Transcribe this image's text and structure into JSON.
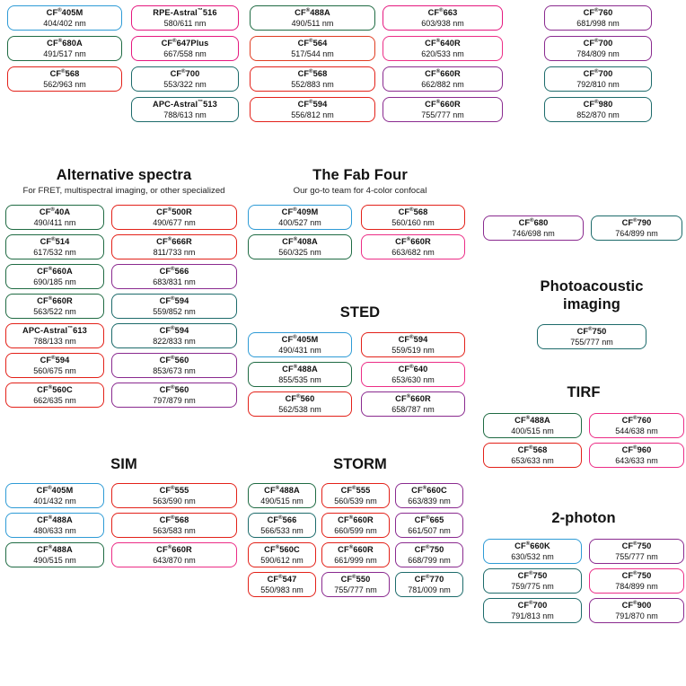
{
  "page": {
    "title": "Fluorescent dye selection chart",
    "background": "#ffffff"
  },
  "palette": {
    "blue": "#2e9bd6",
    "green": "#1f6b43",
    "teal": "#1d6b6b",
    "red": "#e32119",
    "orange_red": "#e03c21",
    "magenta": "#e5187f",
    "pink": "#ec2d86",
    "purple": "#8a2a8f",
    "violet": "#9b2f9b"
  },
  "top_block": {
    "columns": [
      {
        "name": "top-col-1",
        "pills": [
          {
            "dye": "CF",
            "reg": "®",
            "number": "405M",
            "spectra": "404/402 nm",
            "color": "blue"
          },
          {
            "dye": "CF",
            "reg": "®",
            "number": "680A",
            "spectra": "491/517 nm",
            "color": "green"
          },
          {
            "dye": "CF",
            "reg": "®",
            "number": "568",
            "spectra": "562/963 nm",
            "color": "red"
          }
        ]
      },
      {
        "name": "top-col-2",
        "pills": [
          {
            "dye": "RPE-Astral",
            "reg": "™",
            "number": "516",
            "spectra": "580/611 nm",
            "color": "magenta"
          },
          {
            "dye": "CF",
            "reg": "®",
            "number": "647Plus",
            "spectra": "667/558 nm",
            "color": "magenta"
          },
          {
            "dye": "CF",
            "reg": "®",
            "number": "700",
            "spectra": "553/322 nm",
            "color": "teal"
          },
          {
            "dye": "APC-Astral",
            "reg": "™",
            "number": "513",
            "spectra": "788/613 nm",
            "color": "teal"
          }
        ]
      },
      {
        "name": "top-col-3",
        "pills": [
          {
            "dye": "CF",
            "reg": "®",
            "number": "488A",
            "spectra": "490/511 nm",
            "color": "green"
          },
          {
            "dye": "CF",
            "reg": "®",
            "number": "564",
            "spectra": "517/544 nm",
            "color": "orange_red"
          },
          {
            "dye": "CF",
            "reg": "®",
            "number": "568",
            "spectra": "552/883 nm",
            "color": "red"
          },
          {
            "dye": "CF",
            "reg": "®",
            "number": "594",
            "spectra": "556/812 nm",
            "color": "red"
          }
        ]
      },
      {
        "name": "top-col-4",
        "pills": [
          {
            "dye": "CF",
            "reg": "®",
            "number": "663",
            "spectra": "603/938 nm",
            "color": "magenta"
          },
          {
            "dye": "CF",
            "reg": "®",
            "number": "640R",
            "spectra": "620/533 nm",
            "color": "pink"
          },
          {
            "dye": "CF",
            "reg": "®",
            "number": "660R",
            "spectra": "662/882 nm",
            "color": "purple"
          },
          {
            "dye": "CF",
            "reg": "®",
            "number": "660R",
            "spectra": "755/777 nm",
            "color": "purple"
          }
        ]
      },
      {
        "name": "top-col-5",
        "pills": [
          {
            "dye": "CF",
            "reg": "®",
            "number": "760",
            "spectra": "681/998 nm",
            "color": "purple"
          },
          {
            "dye": "CF",
            "reg": "®",
            "number": "700",
            "spectra": "784/809 nm",
            "color": "purple"
          },
          {
            "dye": "CF",
            "reg": "®",
            "number": "700",
            "spectra": "792/810 nm",
            "color": "teal"
          },
          {
            "dye": "CF",
            "reg": "®",
            "number": "980",
            "spectra": "852/870 nm",
            "color": "teal"
          }
        ]
      }
    ]
  },
  "sections": {
    "alternative": {
      "title": "Alternative spectra",
      "subtitle": "For FRET, multispectral imaging, or other specialized",
      "pills": [
        {
          "dye": "CF",
          "reg": "®",
          "number": "40A",
          "spectra": "490/411 nm",
          "color": "green"
        },
        {
          "dye": "CF",
          "reg": "®",
          "number": "500R",
          "spectra": "490/677 nm",
          "color": "red"
        },
        {
          "dye": "CF",
          "reg": "®",
          "number": "514",
          "spectra": "617/532 nm",
          "color": "green"
        },
        {
          "dye": "CF",
          "reg": "®",
          "number": "666R",
          "spectra": "811/733 nm",
          "color": "red"
        },
        {
          "dye": "CF",
          "reg": "®",
          "number": "660A",
          "spectra": "690/185 nm",
          "color": "green"
        },
        {
          "dye": "CF",
          "reg": "®",
          "number": "566",
          "spectra": "683/831 nm",
          "color": "purple"
        },
        {
          "dye": "CF",
          "reg": "®",
          "number": "660R",
          "spectra": "563/522 nm",
          "color": "green"
        },
        {
          "dye": "CF",
          "reg": "®",
          "number": "594",
          "spectra": "559/852 nm",
          "color": "teal"
        },
        {
          "dye": "APC-Astral",
          "reg": "™",
          "number": "613",
          "spectra": "788/133 nm",
          "color": "red"
        },
        {
          "dye": "CF",
          "reg": "®",
          "number": "594",
          "spectra": "822/833 nm",
          "color": "teal"
        },
        {
          "dye": "CF",
          "reg": "®",
          "number": "594",
          "spectra": "560/675 nm",
          "color": "red"
        },
        {
          "dye": "CF",
          "reg": "®",
          "number": "560",
          "spectra": "853/673 nm",
          "color": "purple"
        },
        {
          "dye": "CF",
          "reg": "®",
          "number": "560C",
          "spectra": "662/635 nm",
          "color": "red"
        },
        {
          "dye": "CF",
          "reg": "®",
          "number": "560",
          "spectra": "797/879 nm",
          "color": "purple"
        }
      ]
    },
    "fab_four": {
      "title": "The Fab Four",
      "subtitle": "Our go-to team for 4-color confocal",
      "pills": [
        {
          "dye": "CF",
          "reg": "®",
          "number": "409M",
          "spectra": "400/527 nm",
          "color": "blue"
        },
        {
          "dye": "CF",
          "reg": "®",
          "number": "568",
          "spectra": "560/160 nm",
          "color": "red"
        },
        {
          "dye": "CF",
          "reg": "®",
          "number": "408A",
          "spectra": "560/325 nm",
          "color": "green"
        },
        {
          "dye": "CF",
          "reg": "®",
          "number": "660R",
          "spectra": "663/682 nm",
          "color": "pink"
        }
      ]
    },
    "sted": {
      "title": "STED",
      "subtitle": "",
      "pills": [
        {
          "dye": "CF",
          "reg": "®",
          "number": "405M",
          "spectra": "490/431 nm",
          "color": "blue"
        },
        {
          "dye": "CF",
          "reg": "®",
          "number": "594",
          "spectra": "559/519 nm",
          "color": "red"
        },
        {
          "dye": "CF",
          "reg": "®",
          "number": "488A",
          "spectra": "855/535 nm",
          "color": "green"
        },
        {
          "dye": "CF",
          "reg": "®",
          "number": "640",
          "spectra": "653/630 nm",
          "color": "pink"
        },
        {
          "dye": "CF",
          "reg": "®",
          "number": "560",
          "spectra": "562/538 nm",
          "color": "red"
        },
        {
          "dye": "CF",
          "reg": "®",
          "number": "660R",
          "spectra": "658/787 nm",
          "color": "purple"
        }
      ]
    },
    "sim": {
      "title": "SIM",
      "subtitle": "",
      "pills": [
        {
          "dye": "CF",
          "reg": "®",
          "number": "405M",
          "spectra": "401/432 nm",
          "color": "blue"
        },
        {
          "dye": "CF",
          "reg": "®",
          "number": "555",
          "spectra": "563/590 nm",
          "color": "red"
        },
        {
          "dye": "CF",
          "reg": "®",
          "number": "488A",
          "spectra": "480/633 nm",
          "color": "blue"
        },
        {
          "dye": "CF",
          "reg": "®",
          "number": "568",
          "spectra": "563/583 nm",
          "color": "red"
        },
        {
          "dye": "CF",
          "reg": "®",
          "number": "488A",
          "spectra": "490/515 nm",
          "color": "green"
        },
        {
          "dye": "CF",
          "reg": "®",
          "number": "660R",
          "spectra": "643/870 nm",
          "color": "pink"
        }
      ]
    },
    "storm": {
      "title": "STORM",
      "subtitle": "",
      "pills": [
        {
          "dye": "CF",
          "reg": "®",
          "number": "488A",
          "spectra": "490/515 nm",
          "color": "green"
        },
        {
          "dye": "CF",
          "reg": "®",
          "number": "555",
          "spectra": "560/539 nm",
          "color": "red"
        },
        {
          "dye": "CF",
          "reg": "®",
          "number": "660C",
          "spectra": "663/839 nm",
          "color": "purple"
        },
        {
          "dye": "CF",
          "reg": "®",
          "number": "566",
          "spectra": "566/533 nm",
          "color": "teal"
        },
        {
          "dye": "CF",
          "reg": "®",
          "number": "660R",
          "spectra": "660/599 nm",
          "color": "red"
        },
        {
          "dye": "CF",
          "reg": "®",
          "number": "665",
          "spectra": "661/507 nm",
          "color": "purple"
        },
        {
          "dye": "CF",
          "reg": "®",
          "number": "560C",
          "spectra": "590/612 nm",
          "color": "red"
        },
        {
          "dye": "CF",
          "reg": "®",
          "number": "660R",
          "spectra": "661/999 nm",
          "color": "red"
        },
        {
          "dye": "CF",
          "reg": "®",
          "number": "750",
          "spectra": "668/799 nm",
          "color": "purple"
        },
        {
          "dye": "CF",
          "reg": "®",
          "number": "547",
          "spectra": "550/983 nm",
          "color": "red"
        },
        {
          "dye": "CF",
          "reg": "®",
          "number": "550",
          "spectra": "755/777 nm",
          "color": "purple"
        },
        {
          "dye": "CF",
          "reg": "®",
          "number": "770",
          "spectra": "781/009 nm",
          "color": "teal"
        }
      ]
    },
    "right_pair": {
      "pills": [
        {
          "dye": "CF",
          "reg": "®",
          "number": "680",
          "spectra": "746/698 nm",
          "color": "purple"
        },
        {
          "dye": "CF",
          "reg": "®",
          "number": "790",
          "spectra": "764/899 nm",
          "color": "teal"
        }
      ]
    },
    "photoacoustic": {
      "title_line1": "Photoacoustic",
      "title_line2": "imaging",
      "pills": [
        {
          "dye": "CF",
          "reg": "®",
          "number": "750",
          "spectra": "755/777 nm",
          "color": "teal"
        }
      ]
    },
    "tirf": {
      "title": "TIRF",
      "pills": [
        {
          "dye": "CF",
          "reg": "®",
          "number": "488A",
          "spectra": "400/515 nm",
          "color": "green"
        },
        {
          "dye": "CF",
          "reg": "®",
          "number": "760",
          "spectra": "544/638 nm",
          "color": "pink"
        },
        {
          "dye": "CF",
          "reg": "®",
          "number": "568",
          "spectra": "653/633 nm",
          "color": "red"
        },
        {
          "dye": "CF",
          "reg": "®",
          "number": "960",
          "spectra": "643/633 nm",
          "color": "pink"
        }
      ]
    },
    "two_photon": {
      "title": "2-photon",
      "pills": [
        {
          "dye": "CF",
          "reg": "®",
          "number": "660K",
          "spectra": "630/532 nm",
          "color": "blue"
        },
        {
          "dye": "CF",
          "reg": "®",
          "number": "750",
          "spectra": "755/777 nm",
          "color": "purple"
        },
        {
          "dye": "CF",
          "reg": "®",
          "number": "750",
          "spectra": "759/775 nm",
          "color": "teal"
        },
        {
          "dye": "CF",
          "reg": "®",
          "number": "750",
          "spectra": "784/899 nm",
          "color": "pink"
        },
        {
          "dye": "CF",
          "reg": "®",
          "number": "700",
          "spectra": "791/813 nm",
          "color": "teal"
        },
        {
          "dye": "CF",
          "reg": "®",
          "number": "900",
          "spectra": "791/870 nm",
          "color": "purple"
        }
      ]
    }
  }
}
